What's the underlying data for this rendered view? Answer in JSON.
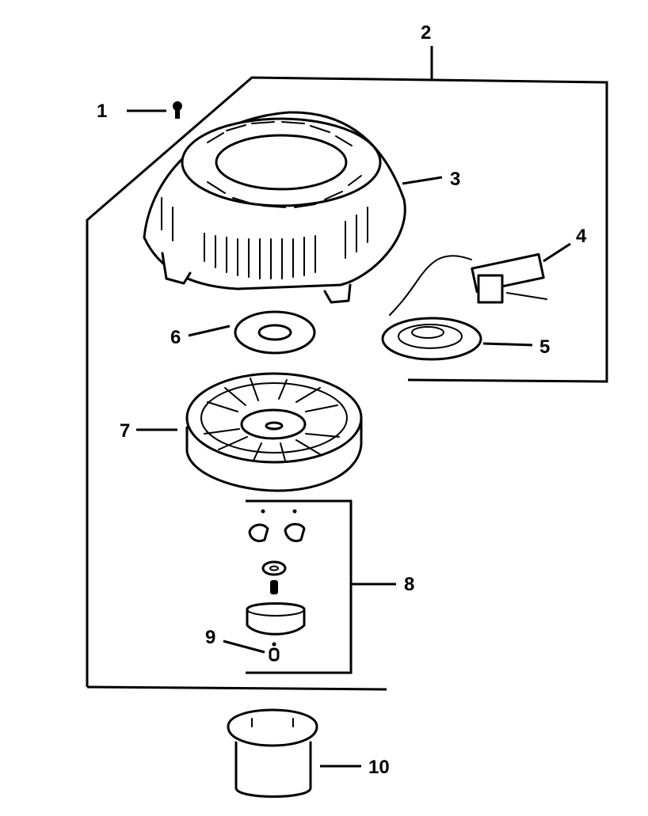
{
  "diagram": {
    "labels": {
      "l1": "1",
      "l2": "2",
      "l3": "3",
      "l4": "4",
      "l5": "5",
      "l6": "6",
      "l7": "7",
      "l8": "8",
      "l9": "9",
      "l10": "10"
    },
    "parts": [
      {
        "callout": "1",
        "icon": "screw-icon"
      },
      {
        "callout": "2",
        "icon": "starter-assembly-group"
      },
      {
        "callout": "3",
        "icon": "starter-housing-icon"
      },
      {
        "callout": "4",
        "icon": "starter-handle-icon"
      },
      {
        "callout": "5",
        "icon": "recoil-spring-icon"
      },
      {
        "callout": "6",
        "icon": "spring-retainer-icon"
      },
      {
        "callout": "7",
        "icon": "rope-pulley-icon"
      },
      {
        "callout": "8",
        "icon": "ratchet-kit-group"
      },
      {
        "callout": "9",
        "icon": "ratchet-screw-icon"
      },
      {
        "callout": "10",
        "icon": "starter-cup-icon"
      }
    ],
    "colors": {
      "ink": "#000000",
      "paper": "#ffffff"
    }
  }
}
